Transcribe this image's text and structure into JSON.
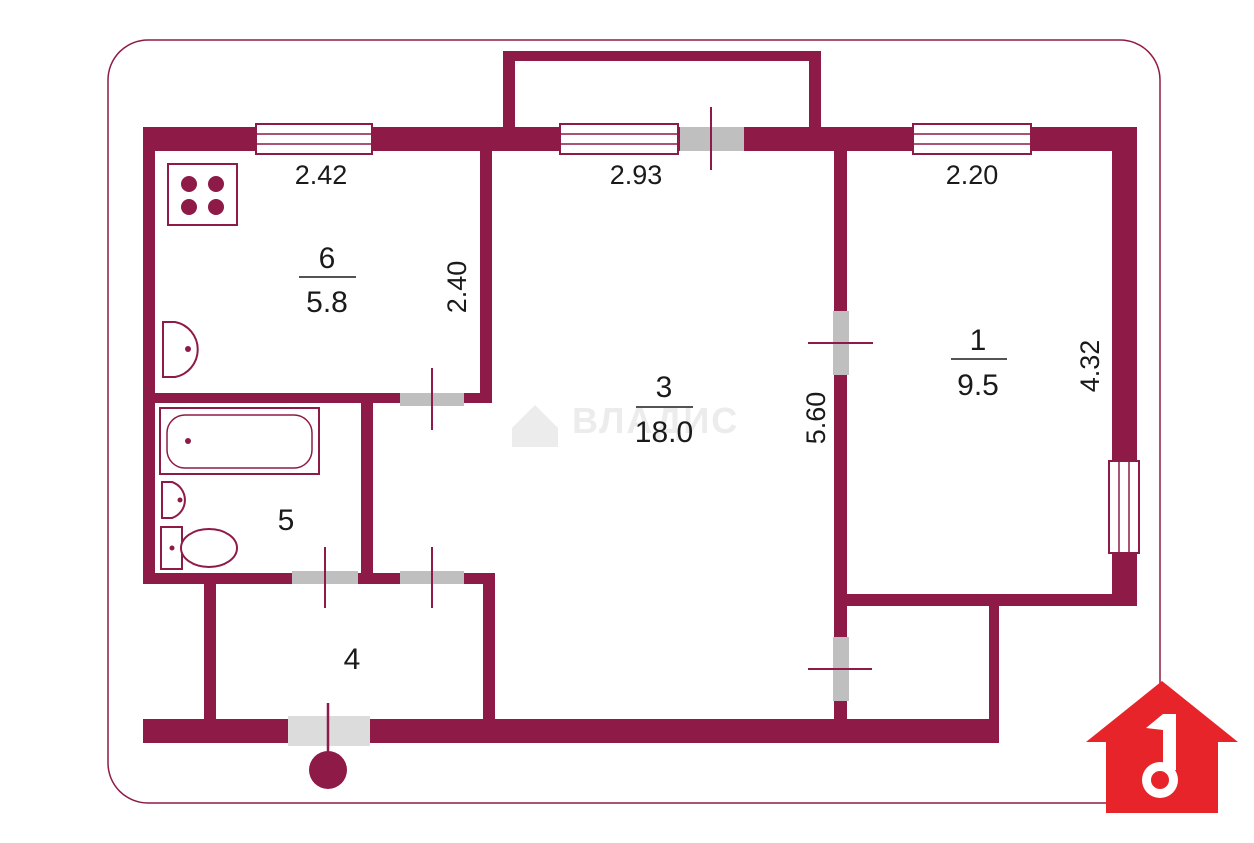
{
  "colors": {
    "wall": "#8e1a47",
    "frame": "#8e1a47",
    "door": "#bfbfbf",
    "window_fill": "#ffffff",
    "logo": "#e8242b",
    "watermark": "#ececec"
  },
  "rooms": [
    {
      "number": "6",
      "area": "5.8"
    },
    {
      "number": "3",
      "area": "18.0"
    },
    {
      "number": "1",
      "area": "9.5"
    },
    {
      "number": "5",
      "area": ""
    },
    {
      "number": "4",
      "area": ""
    }
  ],
  "dimensions": {
    "kitchen_width": "2.42",
    "living_width": "2.93",
    "bedroom_width": "2.20",
    "kitchen_depth": "2.40",
    "living_depth": "5.60",
    "bedroom_depth": "4.32"
  },
  "watermark": "ВЛАДИС",
  "icons": {
    "stove": "stove-icon",
    "sink": "sink-icon",
    "bathtub": "bathtub-icon",
    "toilet": "toilet-icon",
    "entrance": "entrance-marker-icon",
    "logo": "house-key-logo-icon"
  }
}
